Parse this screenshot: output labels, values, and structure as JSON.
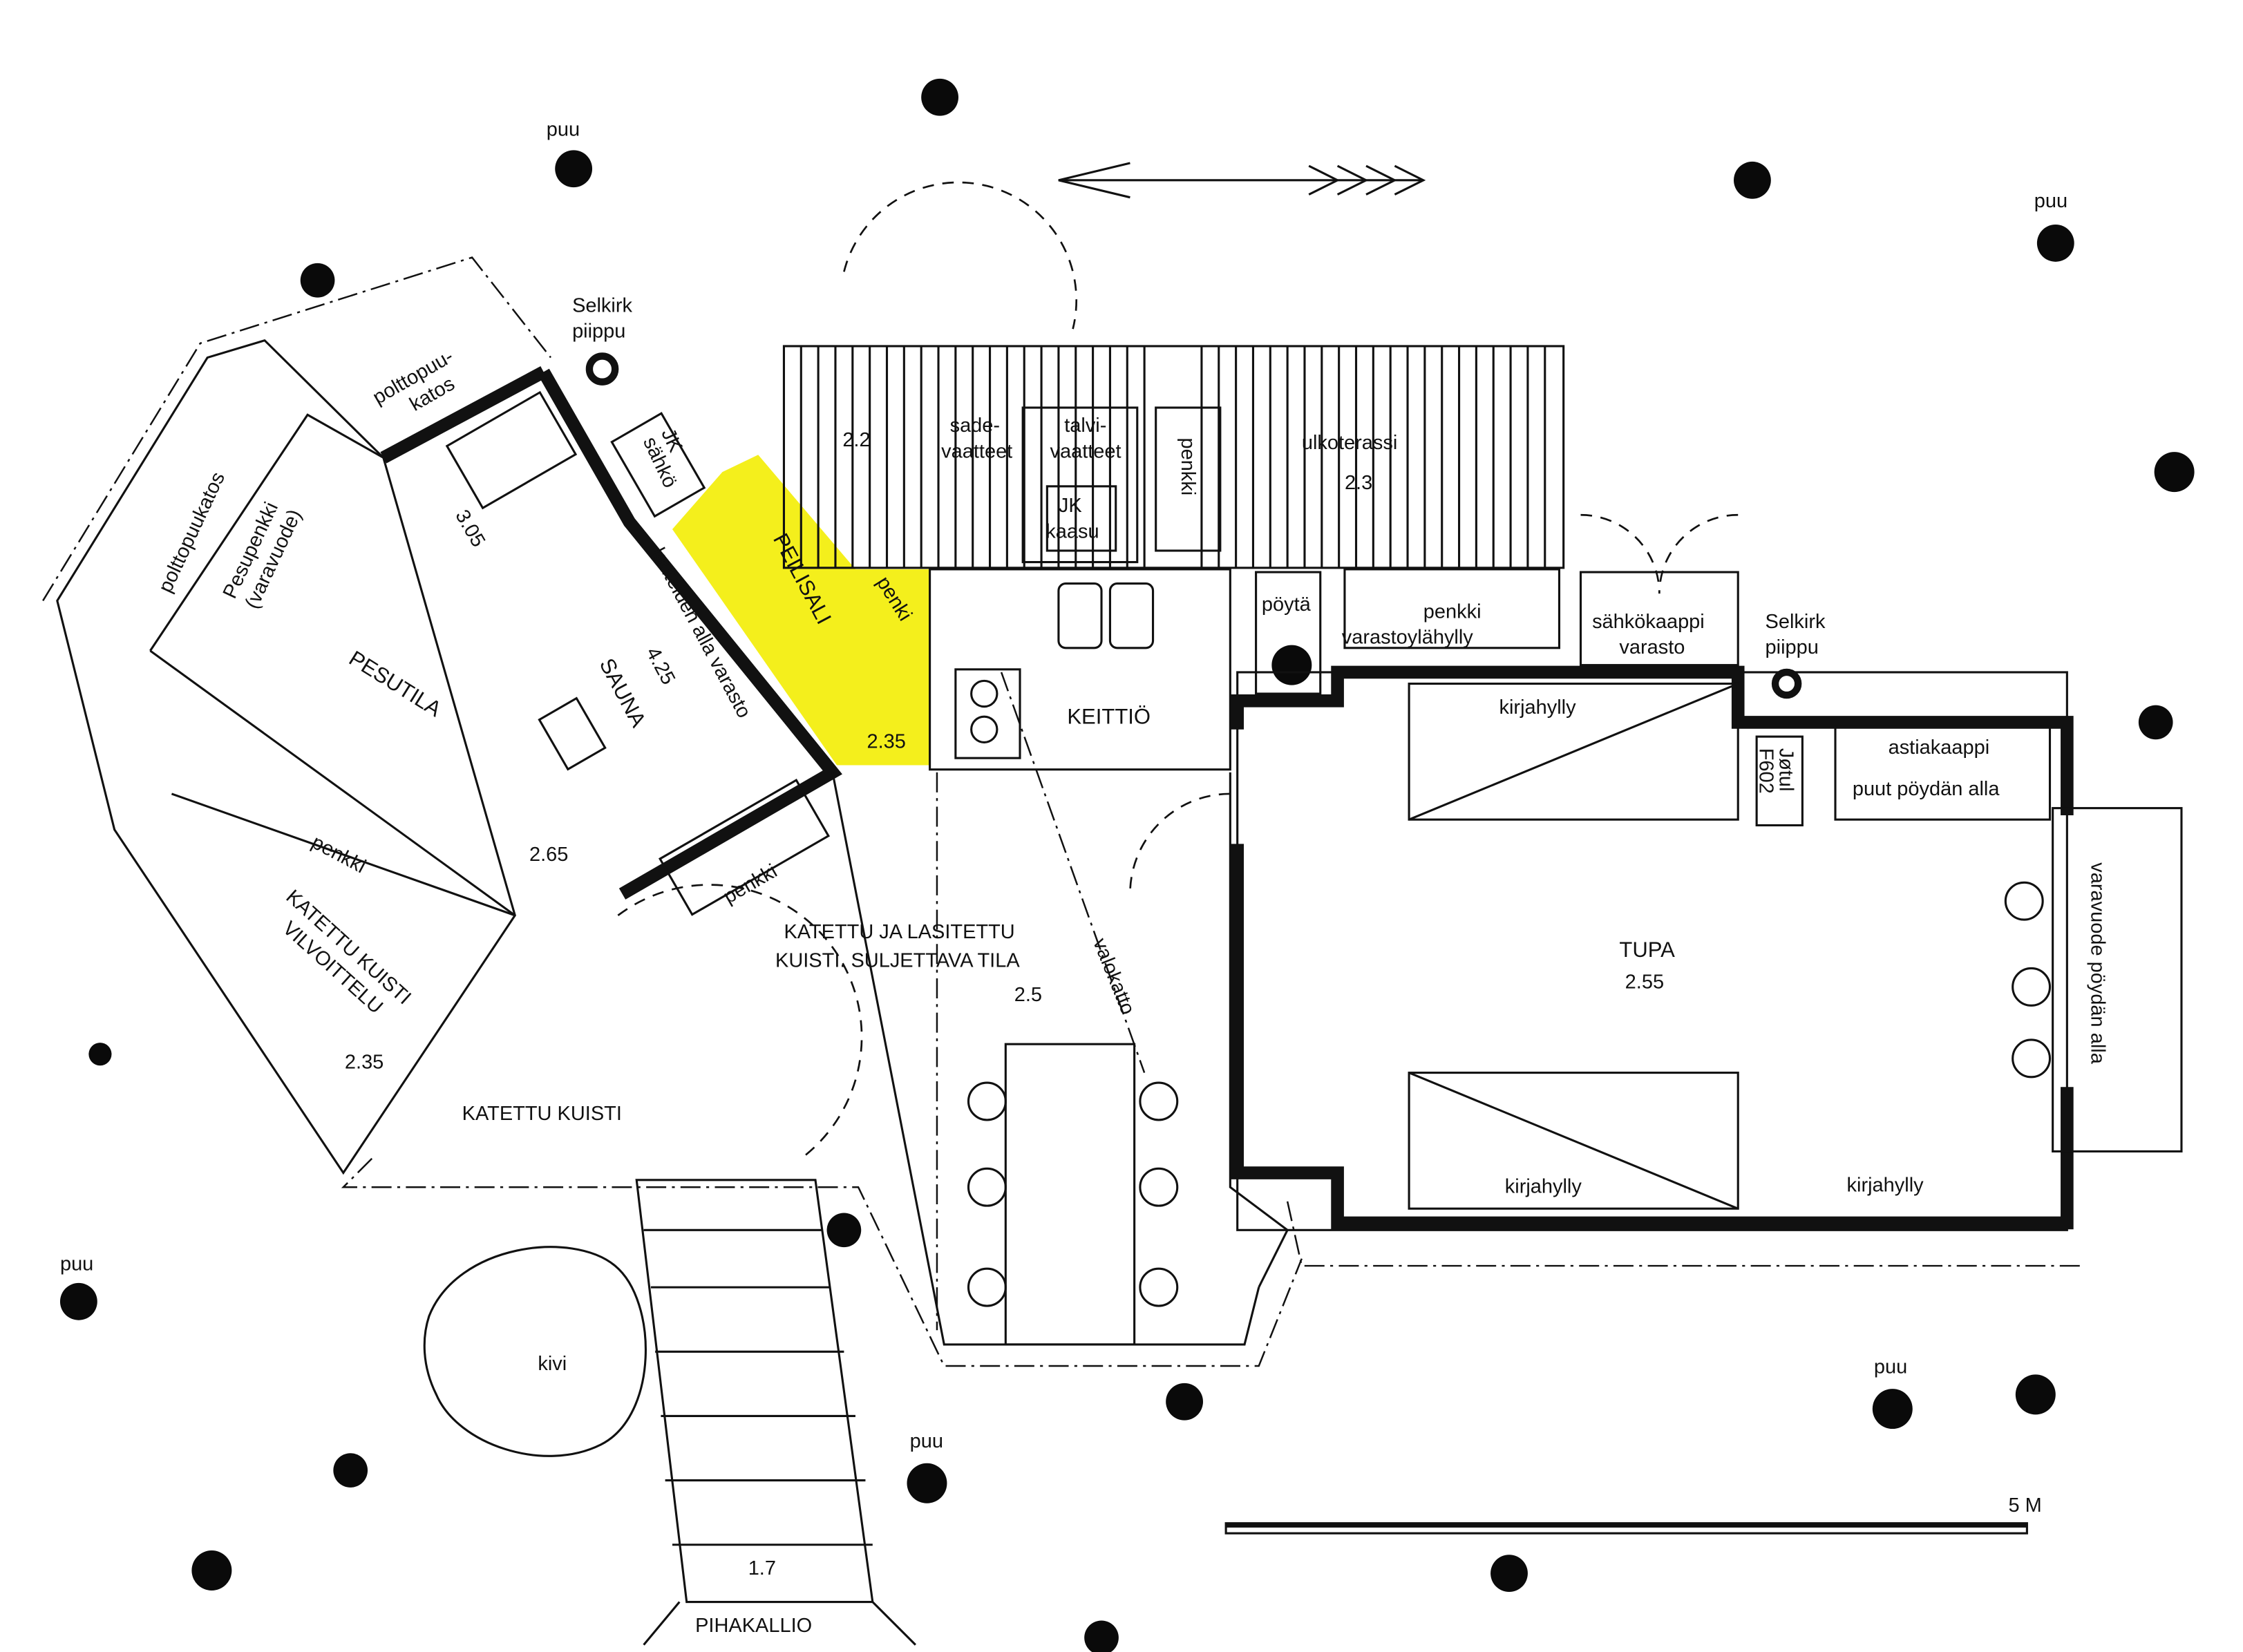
{
  "colors": {
    "highlight": "#f4ef1c",
    "ink": "#111111"
  },
  "labels": {
    "puu": "puu",
    "selkirk": "Selkirk",
    "piippu": "piippu",
    "polttopuu1": "polttopuu-",
    "polttopuu2": "katos",
    "polttopuukatos": "polttopuukatos",
    "pesupenkki": "Pesupenkki",
    "varavuode_paren": "(varavuode)",
    "pesutila": "PESUTILA",
    "h305": "3.05",
    "jk": "JK",
    "sahko": "sähkö",
    "lauteiden": "lauteiden alla varasto",
    "h425": "4.25",
    "sauna": "SAUNA",
    "peilisali": "PEILISALI",
    "penki": "penki",
    "h235": "2.35",
    "h22": "2.2",
    "sade": "sade-",
    "vaatteet": "vaatteet",
    "talvi": "talvi-",
    "kaasu": "kaasu",
    "penkki": "penkki",
    "ulkoterassi": "ulkoterassi",
    "h23": "2.3",
    "poyta": "pöytä",
    "varastoylahylly": "varastoylähylly",
    "sahkokaappi": "sähkökaappi",
    "varasto": "varasto",
    "kirjahylly": "kirjahylly",
    "keittio": "KEITTIÖ",
    "astiakaappi": "astiakaappi",
    "puut_poydan_alla": "puut pöydän alla",
    "jotul": "Jøtul",
    "f602": "F602",
    "h265": "2.65",
    "katettu_kuisti_a": "KATETTU KUISTI",
    "vilvoittelu": "VILVOITTELU",
    "lasitettu1": "KATETTU JA LASITETTU",
    "lasitettu2": "KUISTI. SULJETTAVA TILA",
    "h25": "2.5",
    "valokatto": "valokatto",
    "tupa": "TUPA",
    "h255": "2.55",
    "varavuode_poydan_alla": "varavuode pöydän alla",
    "katettu_kuisti": "KATETTU KUISTI",
    "kivi": "kivi",
    "h17": "1.7",
    "pihakallio": "PIHAKALLIO",
    "scale": "5 M"
  }
}
